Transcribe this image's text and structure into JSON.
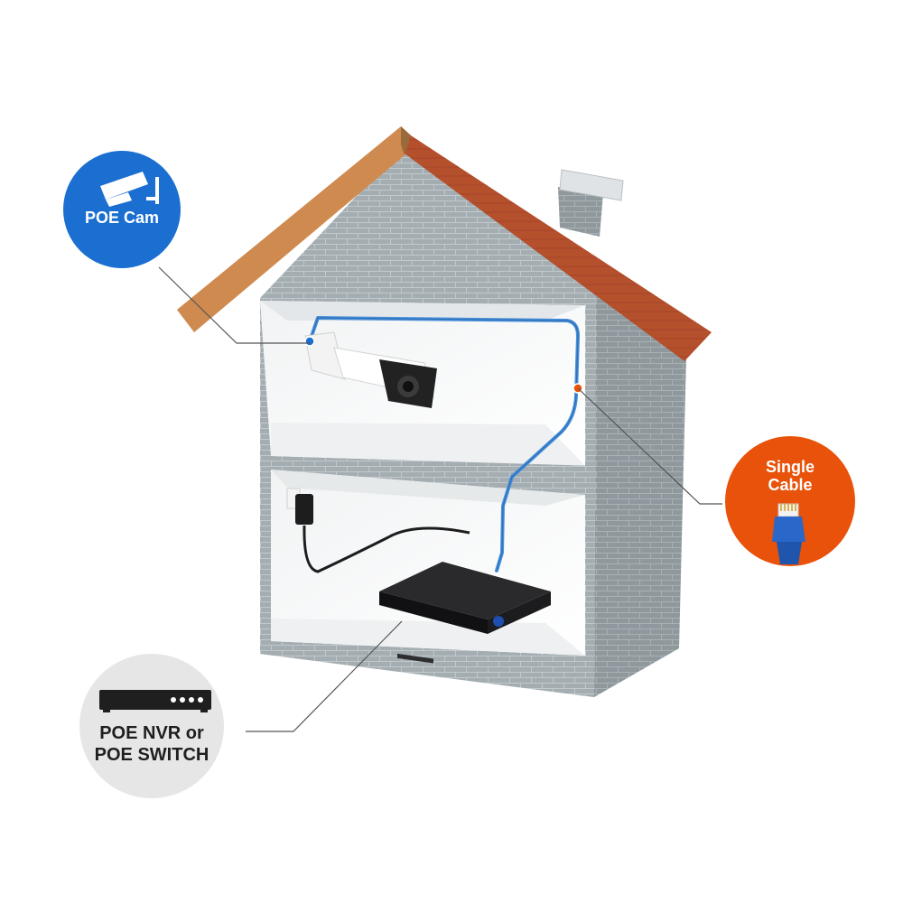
{
  "labels": {
    "poe_cam": "POE Cam",
    "single_cable_line1": "Single",
    "single_cable_line2": "Cable",
    "nvr_line1": "POE NVR or",
    "nvr_line2": "POE SWITCH"
  },
  "colors": {
    "cam_badge": "#1a6fd0",
    "cable_badge": "#e8520a",
    "nvr_badge": "#e6e6e6",
    "cable": "#4a90d9",
    "roof": "#b8532e",
    "wall": "#a9b2b5"
  },
  "icons": {
    "poe_cam": "cctv-camera-icon",
    "single_cable": "ethernet-plug-icon",
    "nvr": "nvr-device-icon"
  }
}
